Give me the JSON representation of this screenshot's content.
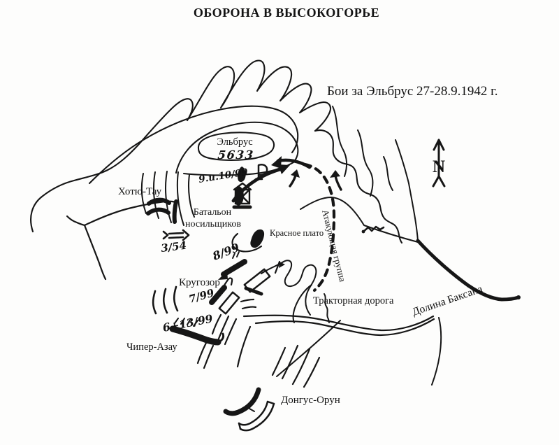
{
  "title": "ОБОРОНА В ВЫСОКОГОРЬЕ",
  "subtitle": "Бои за Эльбрус 27-28.9.1942 г.",
  "map": {
    "peak": {
      "name": "Эльбрус",
      "elevation": "5633"
    },
    "labels": {
      "khotyu_tau": "Хотю-Тау",
      "porters_battalion_line1": "Батальон",
      "porters_battalion_line2": "носильщиков",
      "krasnoe_plato": "Красное плато",
      "attacking_group": "Атакующая группа",
      "krugozor": "Кругозор",
      "tractor_road": "Тракторная дорога",
      "baksan_valley": "Долина Баксана",
      "chiper_azau": "Чипер-Азау",
      "dongus_orun": "Донгус-Орун"
    },
    "units": {
      "u9_10_99": "9.и.10/99",
      "u3_54": "3/54",
      "u8_99": "8/99",
      "u7_99": "7/99",
      "u6_13_99": "6+13/99"
    },
    "compass": {
      "north": "N"
    },
    "ink_color": "#161616",
    "paper_color": "#fdfdfc"
  }
}
